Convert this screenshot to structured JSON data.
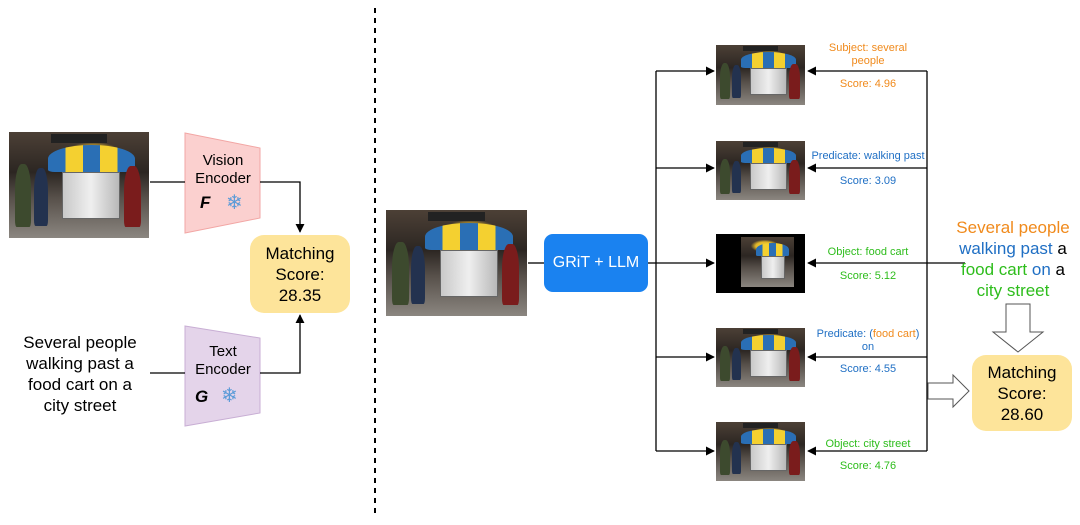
{
  "left": {
    "vision_encoder": {
      "name_line1": "Vision",
      "name_line2": "Encoder",
      "var": "F"
    },
    "text_encoder": {
      "name_line1": "Text",
      "name_line2": "Encoder",
      "var": "G"
    },
    "snowflake": "❄",
    "matching": {
      "line1": "Matching",
      "line2": "Score:",
      "value": "28.35"
    },
    "caption": [
      "Several people",
      "walking past a",
      "food cart on a",
      "city street"
    ]
  },
  "right": {
    "grit_label": "GRiT + LLM",
    "items": [
      {
        "role": "Subject: several",
        "role2": "people",
        "score": "Score: 4.96",
        "color": "#f08a1c"
      },
      {
        "role": "Predicate: walking past",
        "score": "Score: 3.09",
        "color": "#1f6fc4"
      },
      {
        "role": "Object: food cart",
        "score": "Score: 5.12",
        "color": "#2ebd1c"
      },
      {
        "role_prefix": "Predicate: (",
        "role_obj": "food cart",
        "role_suffix": ")",
        "role2": "on",
        "score": "Score: 4.55",
        "color": "#1f6fc4"
      },
      {
        "role": "Object: city street",
        "score": "Score: 4.76",
        "color": "#2ebd1c"
      }
    ],
    "sentence": {
      "subject": "Several people",
      "predicate": "walking past",
      "a1": "a",
      "object": "food cart",
      "on": "on",
      "a2": "a",
      "object2": "city street"
    },
    "matching": {
      "line1": "Matching",
      "line2": "Score:",
      "value": "28.60"
    }
  },
  "colors": {
    "subject": "#f08a1c",
    "predicate": "#1f6fc4",
    "object": "#2ebd1c",
    "match_bg": "#fde49a",
    "grit_bg": "#1a82f0"
  }
}
